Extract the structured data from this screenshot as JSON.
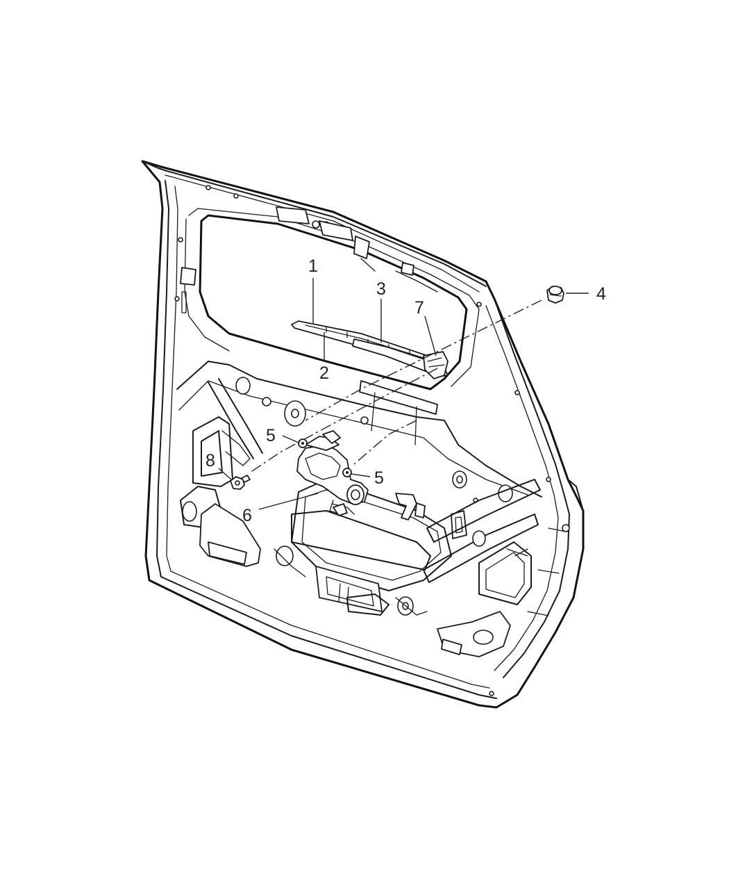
{
  "diagram": {
    "callouts": [
      {
        "id": "1",
        "label": "1"
      },
      {
        "id": "2",
        "label": "2"
      },
      {
        "id": "3",
        "label": "3"
      },
      {
        "id": "4",
        "label": "4"
      },
      {
        "id": "5a",
        "label": "5"
      },
      {
        "id": "5b",
        "label": "5"
      },
      {
        "id": "6",
        "label": "6"
      },
      {
        "id": "7",
        "label": "7"
      },
      {
        "id": "8",
        "label": "8"
      }
    ]
  }
}
